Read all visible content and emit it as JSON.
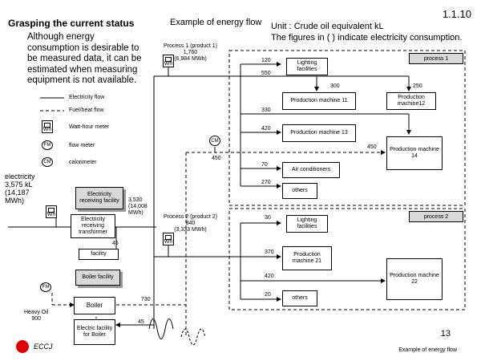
{
  "header": {
    "title": "Grasping the current status",
    "subtitle": "Example of energy flow",
    "slide_number": "1.1.10",
    "unit_line1": "Unit : Crude oil equivalent kL",
    "unit_line2": "The figures in ( ) indicate electricity consumption."
  },
  "note": "Although energy consumption is desirable to be measured data, it can be estimated when measuring equipment is not available.",
  "legend": {
    "electricity_flow": "Electricity flow",
    "fuel_heat_flow": "Fuel/heat flow",
    "wh_meter": "Watt-hour meter",
    "flow_meter": "flow meter",
    "calorimeter": "calorimeter",
    "wh_symbol": "Wh",
    "fm_symbol": "FM",
    "cm_symbol": "CM"
  },
  "electricity_input": {
    "label": "electricity",
    "value": "3,575 kL",
    "mwh": "(14,187",
    "mwh2": "MWh)"
  },
  "receiving": {
    "facility": "Electricity receiving facility",
    "value": "3,530",
    "value_mwh": "(14,008",
    "value_mwh2": "MWh)",
    "transformer": "Electricity receiving transformer",
    "transformer_out": "45",
    "facility_small": "facility"
  },
  "boiler": {
    "facility": "Boiler facility",
    "boiler": "Boiler",
    "electric_facility": "Electric facility for Boiler",
    "heavy_oil": "Heavy Oil",
    "heavy_oil_value": "900",
    "flow_730": "730",
    "flow_45": "45"
  },
  "process1": {
    "label": "process 1",
    "header": "Process 1 (product 1)",
    "value": "1,760",
    "mwh": "(6,984 MWh)",
    "cm_value": "450",
    "flows": [
      "120",
      "550",
      "300",
      "250",
      "330",
      "420",
      "450",
      "70",
      "270"
    ],
    "lighting": "Lighting facilities",
    "pm11": "Production machine 11",
    "pm12": "Production machine12",
    "pm13": "Production machine 13",
    "pm14": "Production machine 14",
    "air": "Air conditioners",
    "others": "others"
  },
  "process2": {
    "label": "process 2",
    "header": "Process 2 (product 2)",
    "value": "840",
    "mwh": "(3,333 MWh)",
    "flows": [
      "30",
      "370",
      "420",
      "20"
    ],
    "lighting": "Lighting facilities",
    "pm21": "Production machine 21",
    "pm22": "Production machine 22",
    "others": "others"
  },
  "footer": {
    "page": "13",
    "caption": "Example of energy flow",
    "logo": "ECCJ"
  }
}
